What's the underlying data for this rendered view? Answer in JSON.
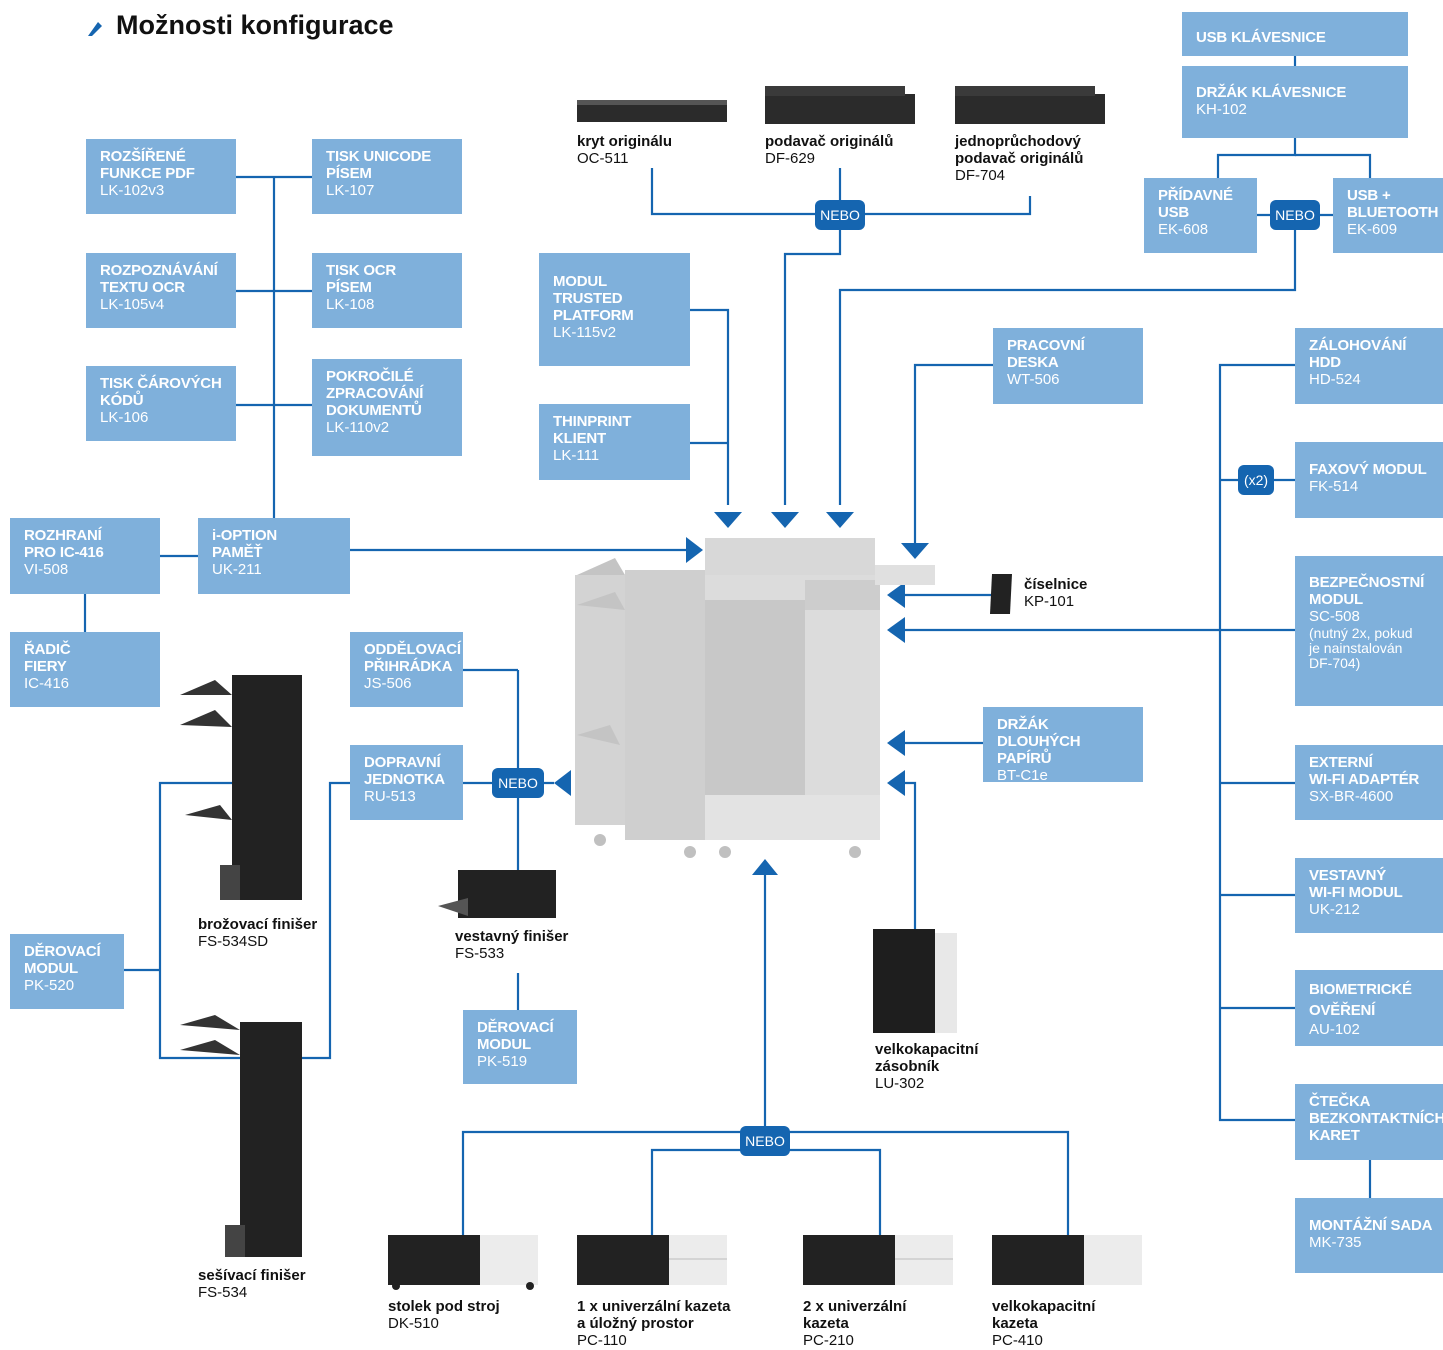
{
  "page_title": "Možnosti konfigurace",
  "colors": {
    "box": "#7fb0db",
    "line": "#1565b0",
    "badge": "#1565b0",
    "device": "#d4d4d4"
  },
  "boxes": {
    "lk102": {
      "title": "ROZŠÍŘENÉ\nFUNKCE PDF",
      "code": "LK-102v3"
    },
    "lk107": {
      "title": "TISK UNICODE\nPÍSEM",
      "code": "LK-107"
    },
    "lk105": {
      "title": "ROZPOZNÁVÁNÍ\nTEXTU OCR",
      "code": "LK-105v4"
    },
    "lk108": {
      "title": "TISK OCR\nPÍSEM",
      "code": "LK-108"
    },
    "lk106": {
      "title": "TISK ČÁROVÝCH\nKÓDŮ",
      "code": "LK-106"
    },
    "lk110": {
      "title": "POKROČILÉ\nZPRACOVÁNÍ\nDOKUMENTŮ",
      "code": "LK-110v2"
    },
    "vi508": {
      "title": "ROZHRANÍ\nPRO IC-416",
      "code": "VI-508"
    },
    "uk211": {
      "title": "i-OPTION\nPAMĚŤ",
      "code": "UK-211"
    },
    "ic416": {
      "title": "ŘADIČ\nFIERY",
      "code": "IC-416"
    },
    "js506": {
      "title": "ODDĚLOVACÍ\nPŘIHRÁDKA",
      "code": "JS-506"
    },
    "ru513": {
      "title": "DOPRAVNÍ\nJEDNOTKA",
      "code": "RU-513"
    },
    "pk520": {
      "title": "DĚROVACÍ\nMODUL",
      "code": "PK-520"
    },
    "pk519": {
      "title": "DĚROVACÍ\nMODUL",
      "code": "PK-519"
    },
    "lk115": {
      "title": "MODUL\nTRUSTED\nPLATFORM",
      "code": "LK-115v2"
    },
    "lk111": {
      "title": "THINPRINT\nKLIENT",
      "code": "LK-111"
    },
    "wt506": {
      "title": "PRACOVNÍ\nDESKA",
      "code": "WT-506"
    },
    "btc1e": {
      "title": "DRŽÁK DLOUHÝCH\nPAPÍRŮ",
      "code": "BT-C1e"
    },
    "usbkb": {
      "title": "USB KLÁVESNICE",
      "code": ""
    },
    "kh102": {
      "title": "DRŽÁK KLÁVESNICE",
      "code": "KH-102"
    },
    "ek608": {
      "title": "PŘÍDAVNÉ\nUSB",
      "code": "EK-608"
    },
    "ek609": {
      "title": "USB +\nBLUETOOTH",
      "code": "EK-609"
    },
    "hd524": {
      "title": "ZÁLOHOVÁNÍ\nHDD",
      "code": "HD-524"
    },
    "fk514": {
      "title": "FAXOVÝ MODUL",
      "code": "FK-514"
    },
    "sc508": {
      "title": "BEZPEČNOSTNÍ\nMODUL",
      "code": "SC-508",
      "note": "(nutný 2x, pokud\nje nainstalován\nDF-704)"
    },
    "sxbr": {
      "title": "EXTERNÍ\nWI-FI ADAPTÉR",
      "code": "SX-BR-4600"
    },
    "uk212": {
      "title": "VESTAVNÝ\nWI-FI MODUL",
      "code": "UK-212"
    },
    "au102": {
      "title": "BIOMETRICKÉ\nOVĚŘENÍ",
      "code": "AU-102"
    },
    "ctecka": {
      "title": "ČTEČKA\nBEZKONTAKTNÍCH\nKARET",
      "code": ""
    },
    "mk735": {
      "title": "MONTÁŽNÍ SADA",
      "code": "MK-735"
    }
  },
  "badges": {
    "or_label": "NEBO",
    "x2_label": "(x2)"
  },
  "products": {
    "oc511": {
      "title": "kryt originálu",
      "code": "OC-511"
    },
    "df629": {
      "title": "podavač originálů",
      "code": "DF-629"
    },
    "df704": {
      "title": "jednoprůchodový\npodavač originálů",
      "code": "DF-704"
    },
    "kp101": {
      "title": "číselnice",
      "code": "KP-101"
    },
    "fs534sd": {
      "title": "brožovací finišer",
      "code": "FS-534SD"
    },
    "fs534": {
      "title": "sešívací finišer",
      "code": "FS-534"
    },
    "fs533": {
      "title": "vestavný finišer",
      "code": "FS-533"
    },
    "lu302": {
      "title": "velkokapacitní\nzásobník",
      "code": "LU-302"
    },
    "dk510": {
      "title": "stolek pod stroj",
      "code": "DK-510"
    },
    "pc110": {
      "title": "1 x univerzální kazeta\na úložný prostor",
      "code": "PC-110"
    },
    "pc210": {
      "title": "2 x univerzální\nkazeta",
      "code": "PC-210"
    },
    "pc410": {
      "title": "velkokapacitní\nkazeta",
      "code": "PC-410"
    }
  }
}
